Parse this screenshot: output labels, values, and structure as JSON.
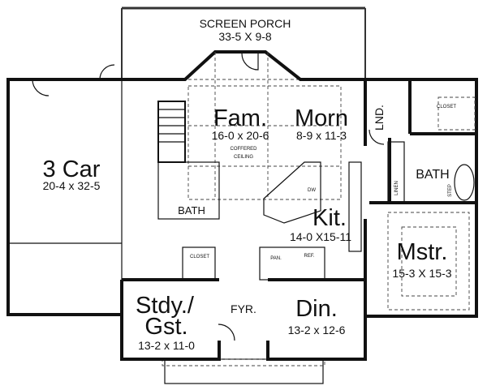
{
  "plan": {
    "rooms": {
      "porch": {
        "name": "SCREEN PORCH",
        "size": "33-5 X 9-8"
      },
      "garage": {
        "name": "3 Car",
        "size": "20-4 x 32-5"
      },
      "family": {
        "name": "Fam.",
        "size": "16-0 x 20-6",
        "note1": "COFFERED",
        "note2": "CEILING"
      },
      "morning": {
        "name": "Morn",
        "size": "8-9 x 11-3"
      },
      "laundry": {
        "name": "LND."
      },
      "master_closet": {
        "name": "CLOSET"
      },
      "master_bath": {
        "name": "BATH",
        "linen": "LINEN",
        "step": "STEP"
      },
      "kitchen": {
        "name": "Kit.",
        "size": "14-0 X15-11",
        "dw": "DW",
        "pantry": "PAN.",
        "ref": "REF."
      },
      "master": {
        "name": "Mstr.",
        "size": "15-3 X 15-3"
      },
      "hall_bath": {
        "name": "BATH"
      },
      "hall_closet": {
        "name": "CLOSET"
      },
      "study": {
        "name1": "Stdy./",
        "name2": "Gst.",
        "size": "13-2 x 11-0"
      },
      "foyer": {
        "name": "FYR."
      },
      "dining": {
        "name": "Din.",
        "size": "13-2 x 12-6"
      }
    }
  }
}
